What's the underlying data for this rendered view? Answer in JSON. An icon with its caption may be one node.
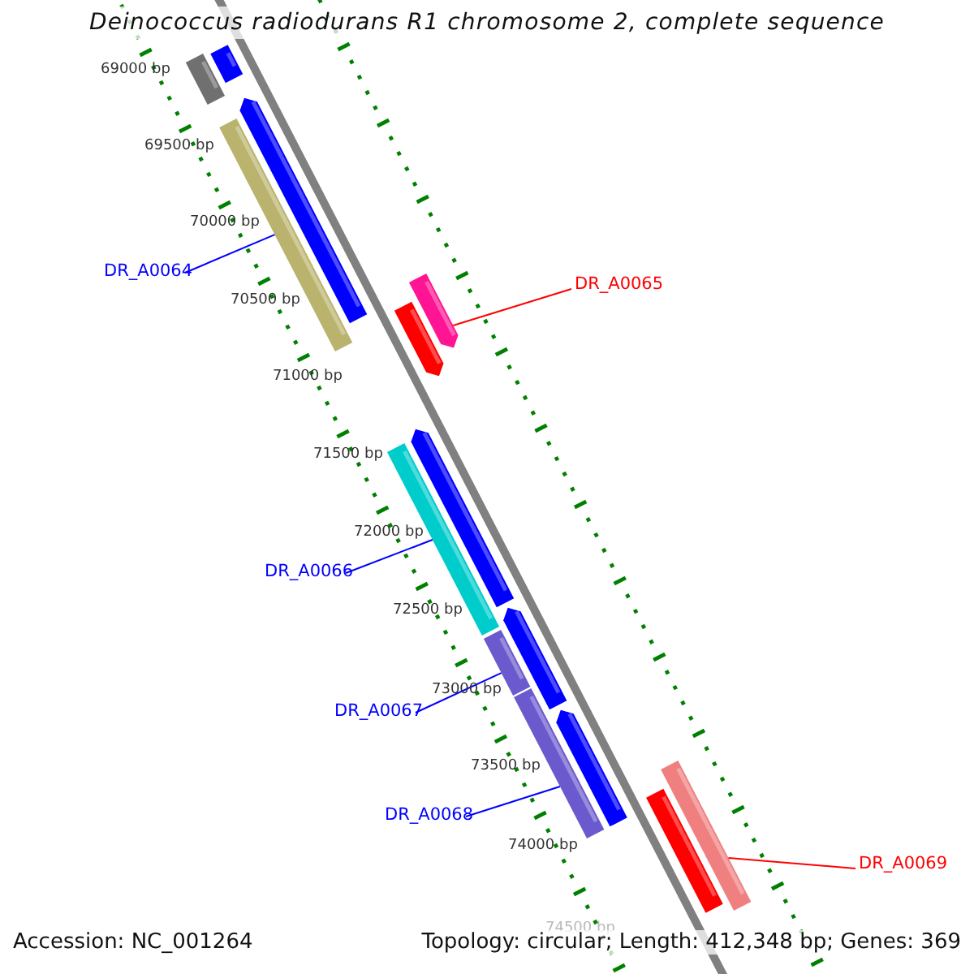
{
  "diagram": {
    "title": "Deinococcus radiodurans R1 chromosome 2, complete sequence",
    "nodes": [
      {
        "text": [
          "DR_A0064"
        ]
      },
      {
        "text": [
          "DR_A0065"
        ]
      },
      {
        "text": [
          "DR_A0066"
        ]
      },
      {
        "text": [
          "DR_A0067"
        ]
      },
      {
        "text": [
          "DR_A0068"
        ]
      },
      {
        "text": [
          "DR_A0069"
        ]
      },
      {
        "text": [],
        "shape": "bar"
      },
      {
        "text": [],
        "shape": "bar"
      },
      {
        "text": [],
        "shape": "bar"
      },
      {
        "text": [],
        "shape": "bar"
      },
      {
        "text": [],
        "shape": "bar"
      },
      {
        "text": [],
        "shape": "bar"
      },
      {
        "text": [],
        "shape": "bar"
      },
      {
        "text": [],
        "shape": "bar"
      },
      {
        "text": [],
        "shape": "bar"
      },
      {
        "text": [],
        "shape": "bar"
      },
      {
        "text": [],
        "shape": "bar"
      },
      {
        "text": [],
        "shape": "bar"
      },
      {
        "text": [],
        "shape": "bar"
      },
      {
        "text": [],
        "shape": "bar"
      }
    ],
    "edges": [
      {
        "from": 0,
        "to": 9,
        "arrow": "none"
      },
      {
        "from": 1,
        "to": 10,
        "arrow": "none",
        "color": "#ff0000"
      },
      {
        "from": 2,
        "to": 13,
        "arrow": "none"
      },
      {
        "from": 3,
        "to": 14,
        "arrow": "none"
      },
      {
        "from": 4,
        "to": 16,
        "arrow": "none"
      },
      {
        "from": 5,
        "to": 18,
        "arrow": "none",
        "color": "#ff0000"
      }
    ],
    "labels": [
      "69000 bp",
      "69500 bp",
      "70000 bp",
      "70500 bp",
      "71000 bp",
      "71500 bp",
      "72000 bp",
      "72500 bp",
      "73000 bp",
      "73500 bp",
      "74000 bp",
      "74500 bp",
      "Accession: NC_001264",
      "Topology: circular; Length: 412,348 bp; Genes: 369"
    ]
  }
}
